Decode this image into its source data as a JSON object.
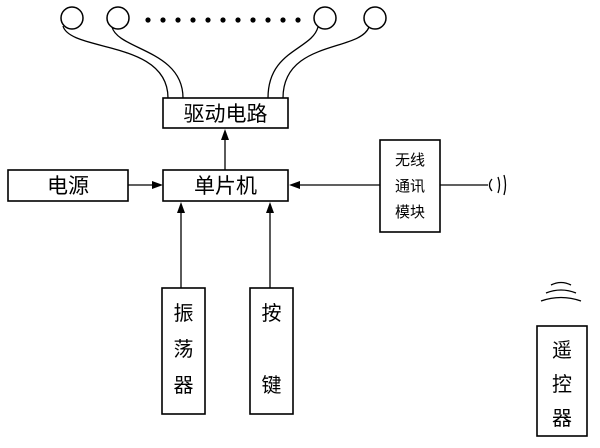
{
  "diagram": {
    "blocks": {
      "driver": {
        "label": "驱动电路"
      },
      "power": {
        "label": "电源"
      },
      "mcu": {
        "label": "单片机"
      },
      "wireless": {
        "lines": [
          "无线",
          "通讯",
          "模块"
        ]
      },
      "oscillator": {
        "lines": [
          "振",
          "荡",
          "器"
        ]
      },
      "keys": {
        "lines": [
          "按",
          "",
          "键"
        ]
      },
      "remote": {
        "lines": [
          "遥",
          "控",
          "器"
        ]
      }
    },
    "leds": {
      "shown": 4,
      "ellipsis": "dotted"
    },
    "colors": {
      "line": "#000000",
      "background": "#ffffff"
    }
  }
}
